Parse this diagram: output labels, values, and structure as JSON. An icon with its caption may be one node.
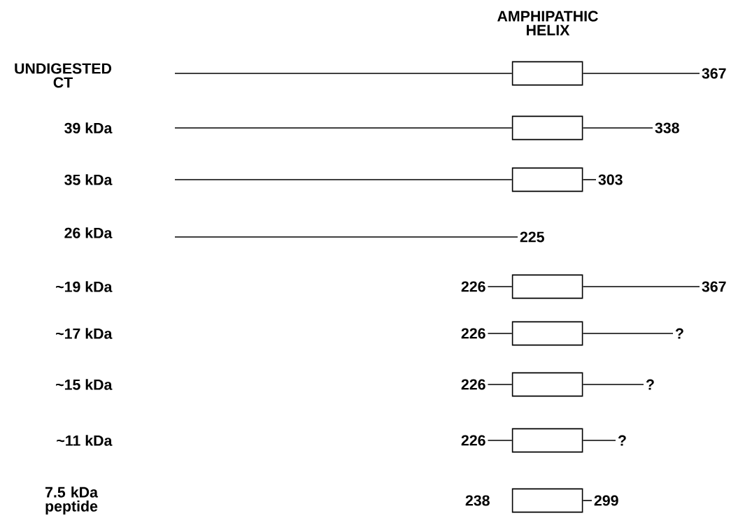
{
  "diagram": {
    "nodes": [
      {
        "text": [],
        "shape": "cylinder"
      },
      {
        "text": [
          "367"
        ]
      },
      {
        "text": [],
        "shape": "cylinder"
      },
      {
        "text": [
          "338"
        ]
      },
      {
        "text": [],
        "shape": "cylinder"
      },
      {
        "text": [
          "303"
        ]
      },
      {
        "text": [
          "225"
        ]
      },
      {
        "text": [
          "226"
        ]
      },
      {
        "text": [],
        "shape": "cylinder"
      },
      {
        "text": [
          "367"
        ]
      },
      {
        "text": [
          "226"
        ]
      },
      {
        "text": [],
        "shape": "cylinder"
      },
      {
        "text": [
          "?"
        ]
      },
      {
        "text": [
          "226"
        ]
      },
      {
        "text": [],
        "shape": "cylinder"
      },
      {
        "text": [
          "?"
        ]
      },
      {
        "text": [
          "226"
        ]
      },
      {
        "text": [],
        "shape": "cylinder"
      },
      {
        "text": [
          "?"
        ]
      },
      {
        "text": [
          "238"
        ]
      },
      {
        "text": [],
        "shape": "cylinder"
      },
      {
        "text": [
          "299"
        ]
      }
    ],
    "edges": [
      {
        "from": null,
        "to": 0,
        "arrow": "none"
      },
      {
        "from": 0,
        "to": 1,
        "arrow": "none"
      },
      {
        "from": null,
        "to": 2,
        "arrow": "none"
      },
      {
        "from": 2,
        "to": 3,
        "arrow": "none"
      },
      {
        "from": null,
        "to": 4,
        "arrow": "none"
      },
      {
        "from": 4,
        "to": 5,
        "arrow": "none"
      },
      {
        "from": null,
        "to": 6,
        "arrow": "none"
      },
      {
        "from": 7,
        "to": 8,
        "arrow": "none"
      },
      {
        "from": 8,
        "to": 9,
        "arrow": "none"
      },
      {
        "from": 10,
        "to": 11,
        "arrow": "none"
      },
      {
        "from": 11,
        "to": 12,
        "arrow": "none"
      },
      {
        "from": 13,
        "to": 14,
        "arrow": "none"
      },
      {
        "from": 14,
        "to": 15,
        "arrow": "none"
      },
      {
        "from": 16,
        "to": 17,
        "arrow": "none"
      },
      {
        "from": 17,
        "to": 18,
        "arrow": "none"
      },
      {
        "from": 20,
        "to": 21,
        "arrow": "none"
      }
    ],
    "labels": [
      "AMPHIPATHIC HELIX",
      "UNDIGESTED CT",
      "39 kDa",
      "35 kDa",
      "26 kDa",
      "~19 kDa",
      "~17 kDa",
      "~15 kDa",
      "~11 kDa",
      "7.5 kDa peptide"
    ]
  }
}
